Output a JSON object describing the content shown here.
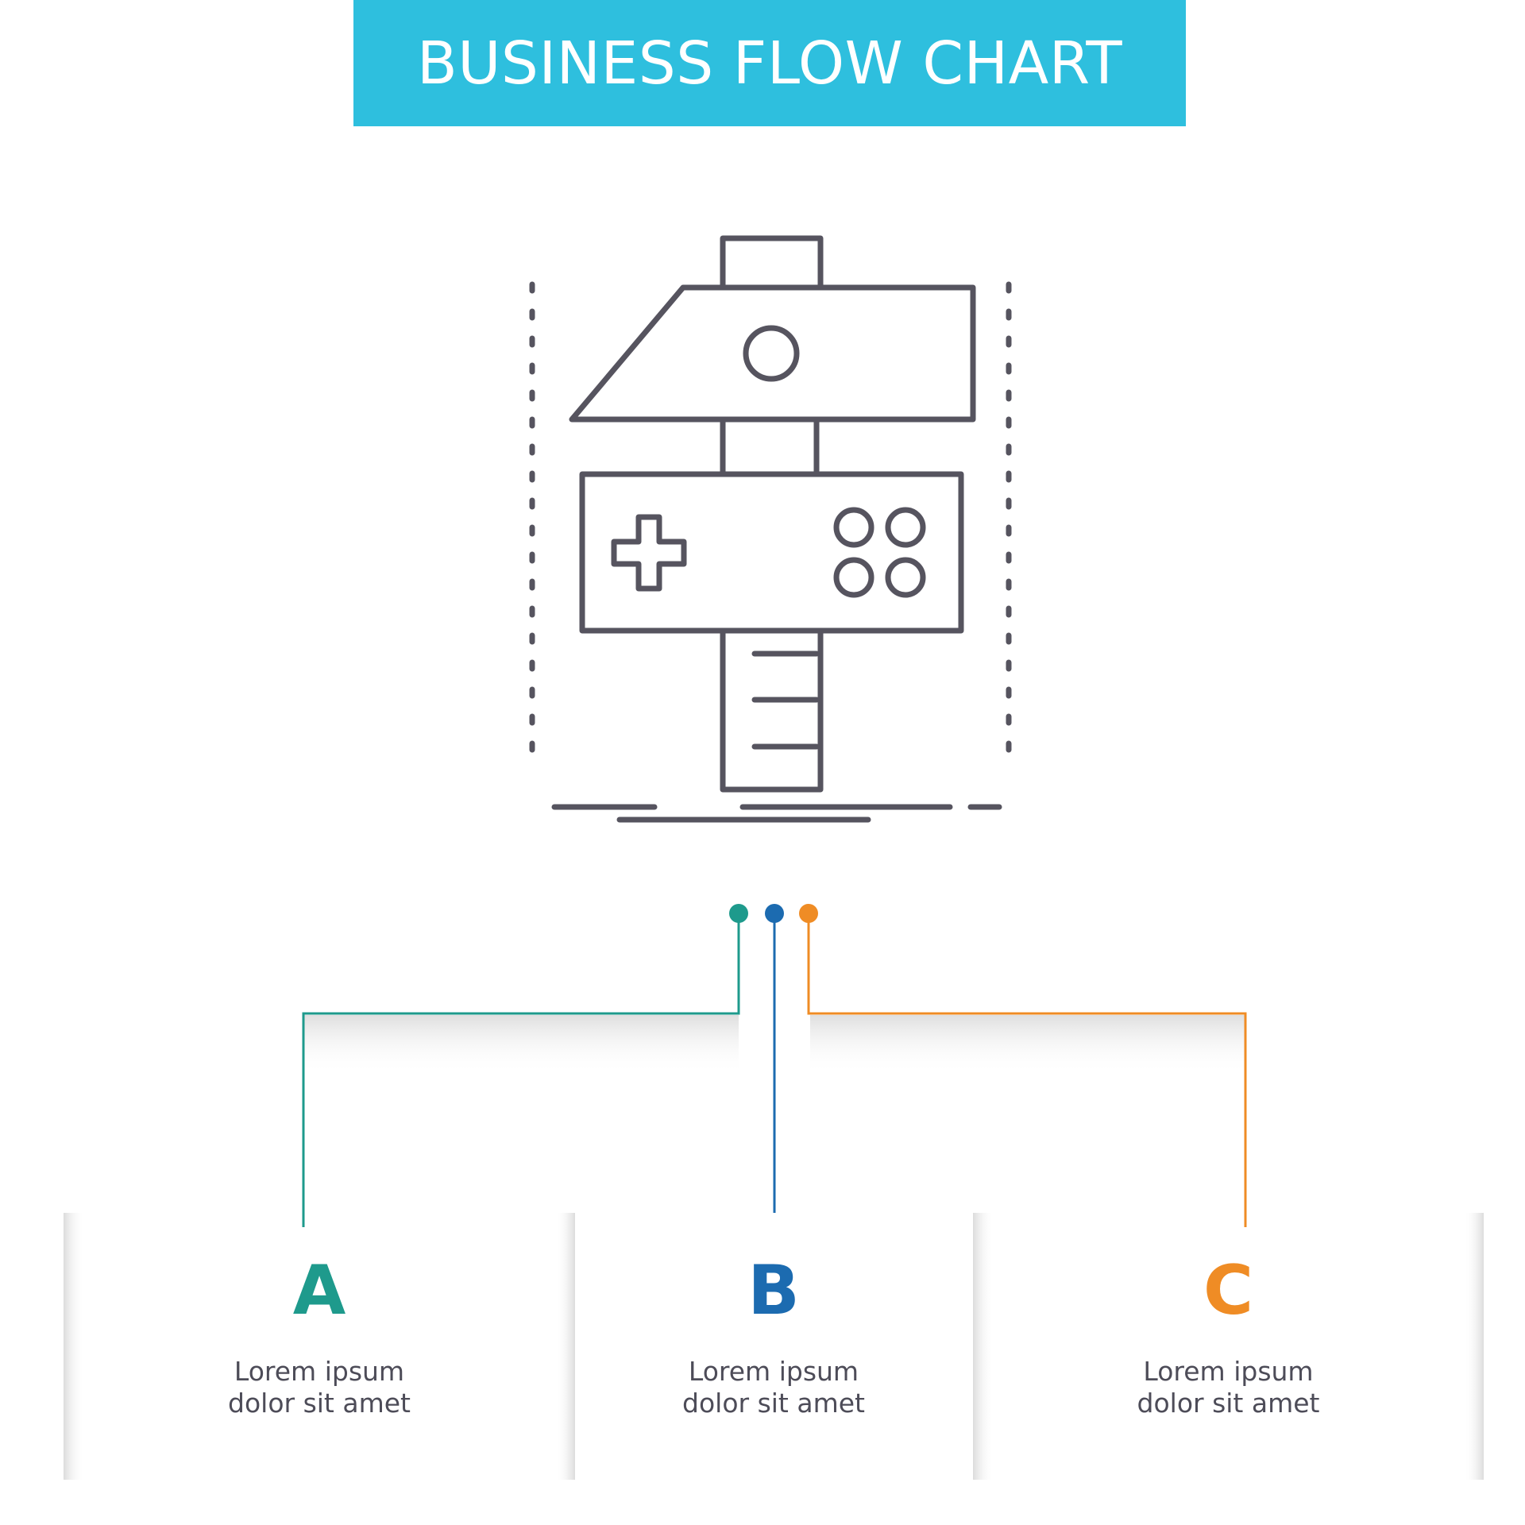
{
  "title": "BUSINESS FLOW CHART",
  "colors": {
    "banner": "#2ebfde",
    "icon_stroke": "#56545f",
    "branch_a": "#1e9a8c",
    "branch_b": "#1c6bb0",
    "branch_c": "#ef8c25"
  },
  "icon": {
    "name": "game-development-hammer-icon"
  },
  "branches": [
    {
      "letter": "A",
      "line1": "Lorem ipsum",
      "line2": "dolor sit amet"
    },
    {
      "letter": "B",
      "line1": "Lorem ipsum",
      "line2": "dolor sit amet"
    },
    {
      "letter": "C",
      "line1": "Lorem ipsum",
      "line2": "dolor sit amet"
    }
  ]
}
